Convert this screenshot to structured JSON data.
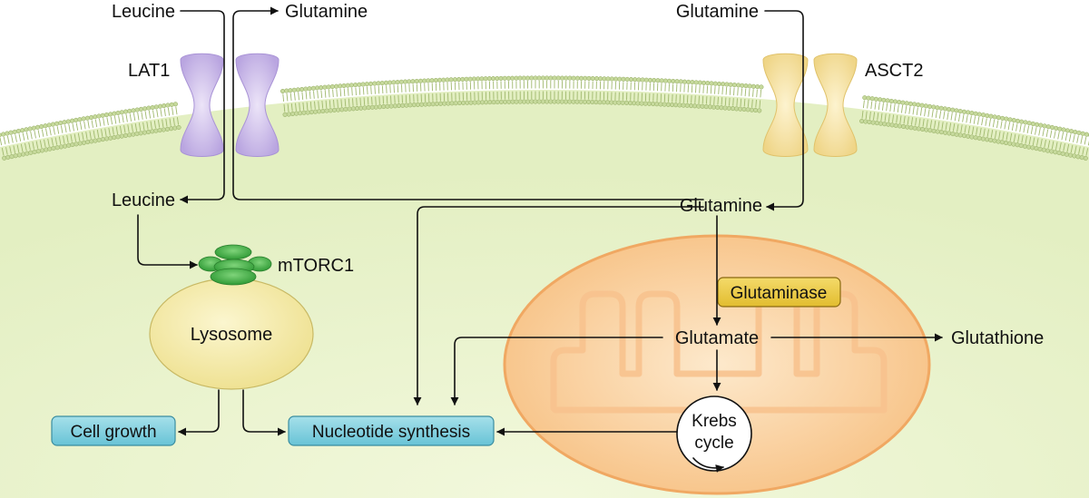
{
  "labels": {
    "leucine_out": "Leucine",
    "glutamine_out_lat": "Glutamine",
    "glutamine_out_asct": "Glutamine",
    "lat1": "LAT1",
    "asct2": "ASCT2",
    "leucine_in": "Leucine",
    "glutamine_in": "Glutamine",
    "mtorc1": "mTORC1",
    "lysosome": "Lysosome",
    "glutaminase": "Glutaminase",
    "glutamate": "Glutamate",
    "glutathione": "Glutathione",
    "krebs_line1": "Krebs",
    "krebs_line2": "cycle",
    "cell_growth": "Cell growth",
    "nucleotide_synthesis": "Nucleotide synthesis"
  },
  "colors": {
    "cytoplasm": "#eaf3cf",
    "membrane_lipid": "#c6d99c",
    "lat1": "#c9b8e6",
    "asct2": "#f6e0a0",
    "mtorc1": "#3faa3f",
    "lysosome": "#f5ebaa",
    "mitochondrion": "#f9c88e",
    "glutaminase": "#eccb45",
    "product_box": "#7fd0de"
  }
}
